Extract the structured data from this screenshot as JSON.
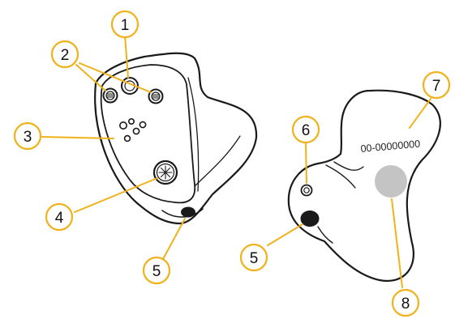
{
  "diagram": {
    "serial_text": "00-00000000",
    "colors": {
      "outline": "#1a1a1a",
      "callout_stroke": "#f0b21a",
      "callout_fill": "#ffffff",
      "pad_fill": "#c4c4c4"
    },
    "callouts": [
      {
        "id": "c1",
        "label": "1"
      },
      {
        "id": "c2",
        "label": "2"
      },
      {
        "id": "c3",
        "label": "3"
      },
      {
        "id": "c4",
        "label": "4"
      },
      {
        "id": "c5a",
        "label": "5"
      },
      {
        "id": "c5b",
        "label": "5"
      },
      {
        "id": "c6",
        "label": "6"
      },
      {
        "id": "c7",
        "label": "7"
      },
      {
        "id": "c8",
        "label": "8"
      }
    ]
  }
}
